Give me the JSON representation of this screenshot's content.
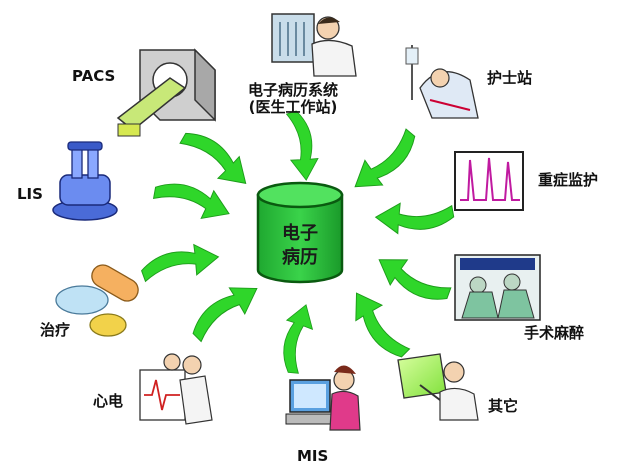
{
  "center": {
    "line1": "电子",
    "line2": "病历"
  },
  "nodes": {
    "pacs": "PACS",
    "emr_line1": "电子病历系统",
    "emr_line2": "(医生工作站)",
    "nurse": "护士站",
    "lis": "LIS",
    "icu": "重症监护",
    "treatment": "治疗",
    "surgery": "手术麻醉",
    "ecg": "心电",
    "mis": "MIS",
    "other": "其它"
  },
  "colors": {
    "arrow": "#2fd62a",
    "cylinder_body": "#26c13a",
    "cylinder_top": "#4fe05c",
    "cylinder_outline": "#0a5a10"
  }
}
